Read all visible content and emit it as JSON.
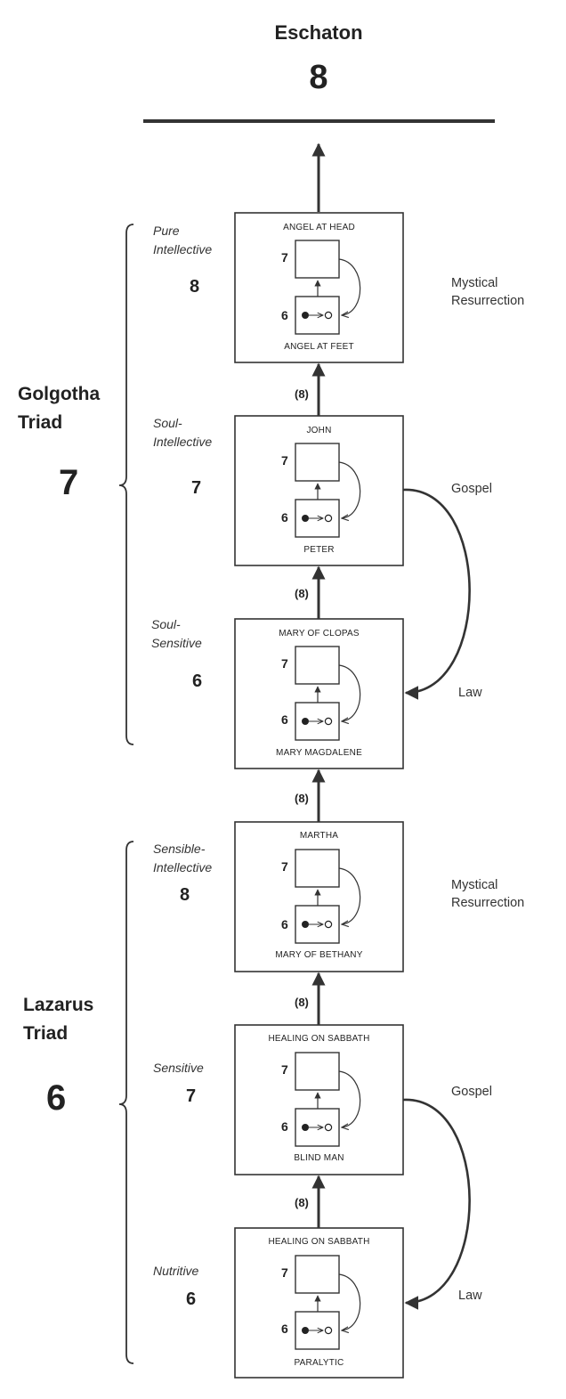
{
  "eschaton": {
    "title": "Eschaton",
    "number": "8"
  },
  "inner_numbers": {
    "upper": "7",
    "lower": "6"
  },
  "link_label": "(8)",
  "triads": [
    {
      "name_line1": "Golgotha",
      "name_line2": "Triad",
      "number": "7"
    },
    {
      "name_line1": "Lazarus",
      "name_line2": "Triad",
      "number": "6"
    }
  ],
  "levels": [
    {
      "label_line1": "Pure",
      "label_line2": "Intellective",
      "number": "8",
      "top": "ANGEL AT HEAD",
      "bottom": "ANGEL AT FEET"
    },
    {
      "label_line1": "Soul-",
      "label_line2": "Intellective",
      "number": "7",
      "top": "JOHN",
      "bottom": "PETER"
    },
    {
      "label_line1": "Soul-",
      "label_line2": "Sensitive",
      "number": "6",
      "top": "MARY OF CLOPAS",
      "bottom": "MARY MAGDALENE"
    },
    {
      "label_line1": "Sensible-",
      "label_line2": "Intellective",
      "number": "8",
      "top": "MARTHA",
      "bottom": "MARY OF BETHANY"
    },
    {
      "label_line1": "Sensitive",
      "label_line2": "",
      "number": "7",
      "top": "HEALING ON SABBATH",
      "bottom": "BLIND MAN"
    },
    {
      "label_line1": "Nutritive",
      "label_line2": "",
      "number": "6",
      "top": "HEALING ON SABBATH",
      "bottom": "PARALYTIC"
    }
  ],
  "side_labels": {
    "mystical_upper": {
      "line1": "Mystical",
      "line2": "Resurrection"
    },
    "gospel_upper": "Gospel",
    "law_upper": "Law",
    "mystical_lower": {
      "line1": "Mystical",
      "line2": "Resurrection"
    },
    "gospel_lower": "Gospel",
    "law_lower": "Law"
  }
}
